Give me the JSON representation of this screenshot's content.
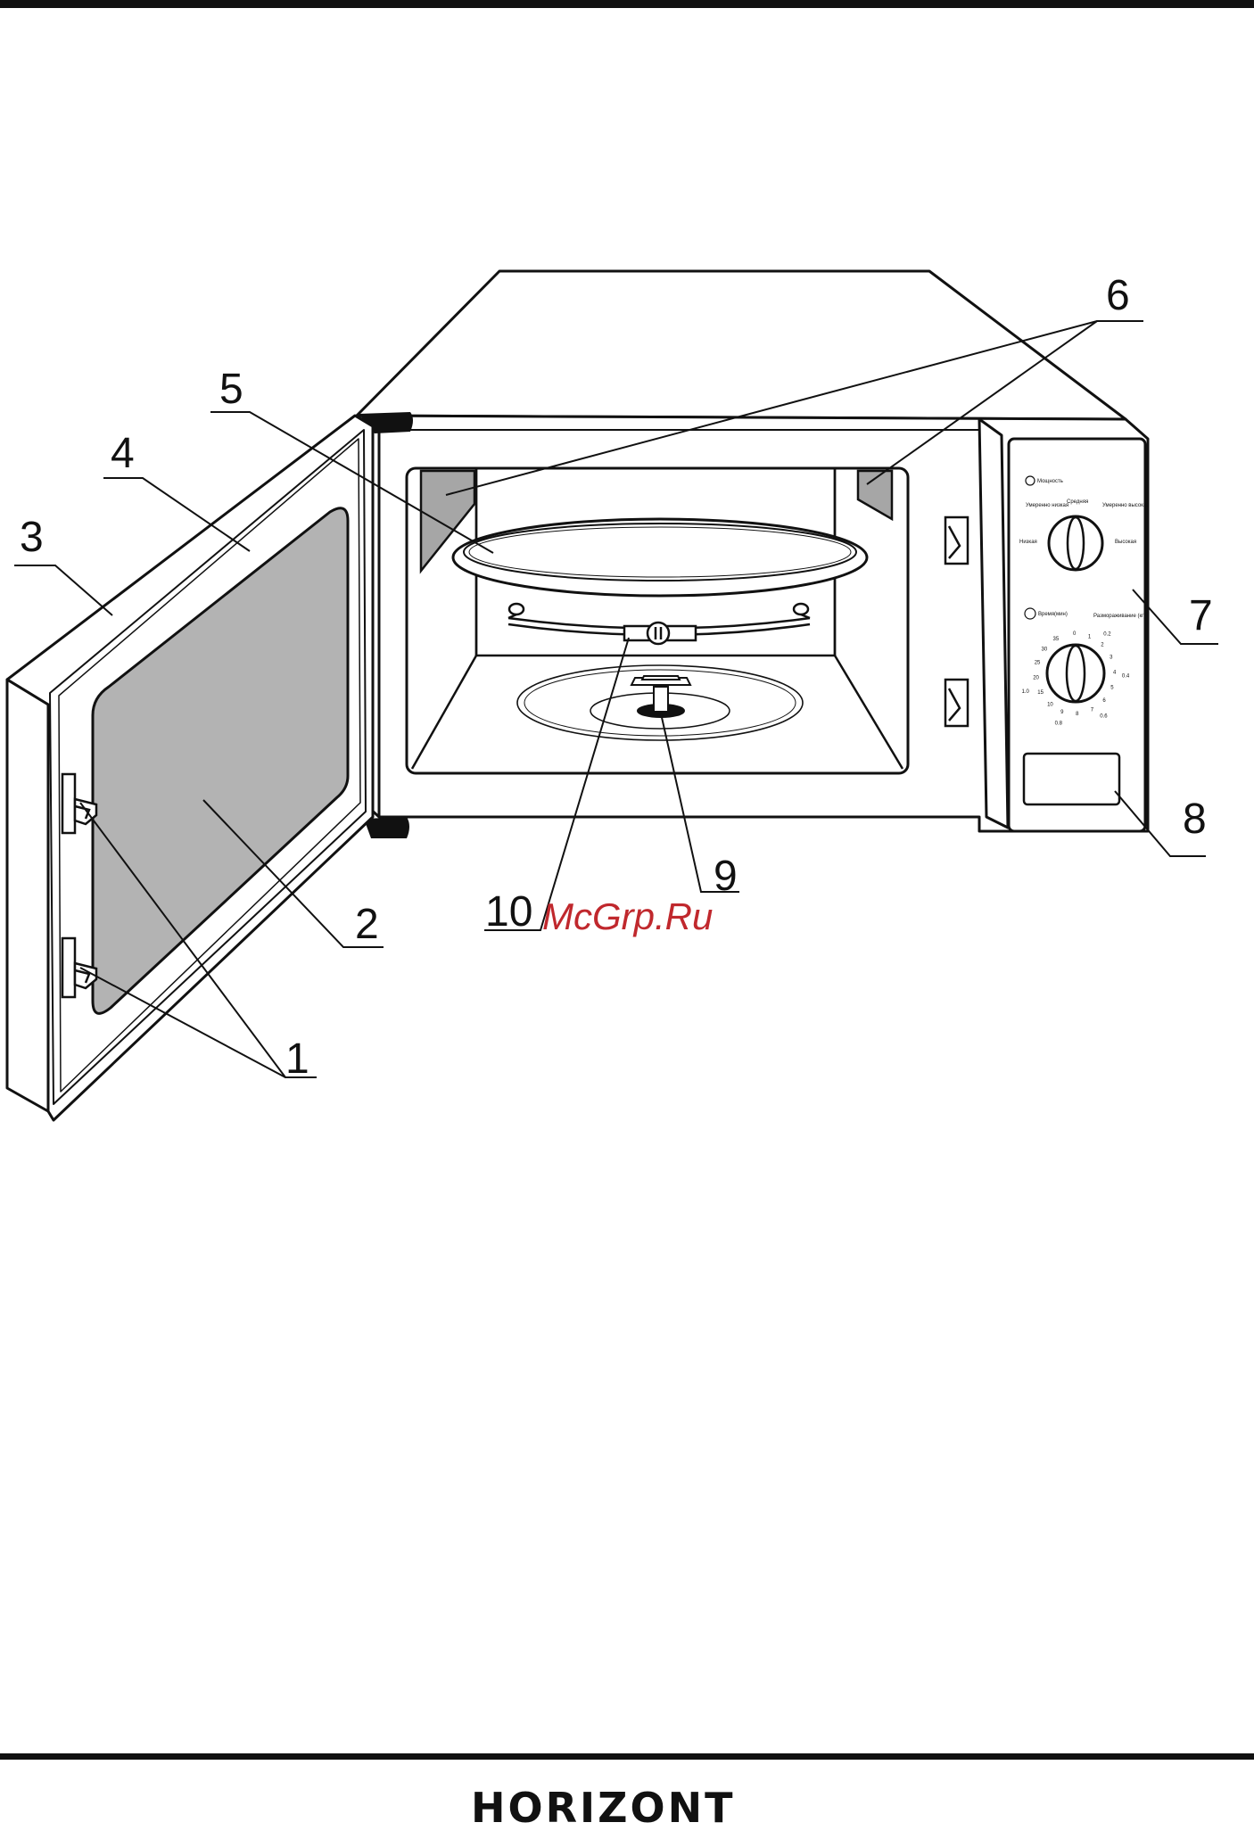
{
  "callouts": [
    {
      "id": "1",
      "label": "1"
    },
    {
      "id": "2",
      "label": "2"
    },
    {
      "id": "3",
      "label": "3"
    },
    {
      "id": "4",
      "label": "4"
    },
    {
      "id": "5",
      "label": "5"
    },
    {
      "id": "6",
      "label": "6"
    },
    {
      "id": "7",
      "label": "7"
    },
    {
      "id": "8",
      "label": "8"
    },
    {
      "id": "9",
      "label": "9"
    },
    {
      "id": "10",
      "label": "10"
    }
  ],
  "panel": {
    "power_title": "Мощность",
    "power_low_mid": "Умеренно низкая",
    "power_mid": "Средняя",
    "power_high_mid": "Умеренно высокая",
    "power_low": "Низкая",
    "power_high": "Высокая",
    "time_title": "Время(мин)",
    "defrost_title": "Размораживание (кг)",
    "time_ticks": [
      "0",
      "1",
      "2",
      "3",
      "4",
      "5",
      "6",
      "7",
      "8",
      "9",
      "10",
      "15",
      "20",
      "25",
      "30",
      "35"
    ],
    "weight_ticks": [
      "0.2",
      "0.4",
      "0.6",
      "0.8",
      "1.0"
    ]
  },
  "watermark": "McGrp.Ru",
  "brand": "HORIZONT",
  "colors": {
    "line": "#111111",
    "glass": "#b3b3b3",
    "mica": "#a6a6a6",
    "watermark": "#c0282d"
  }
}
